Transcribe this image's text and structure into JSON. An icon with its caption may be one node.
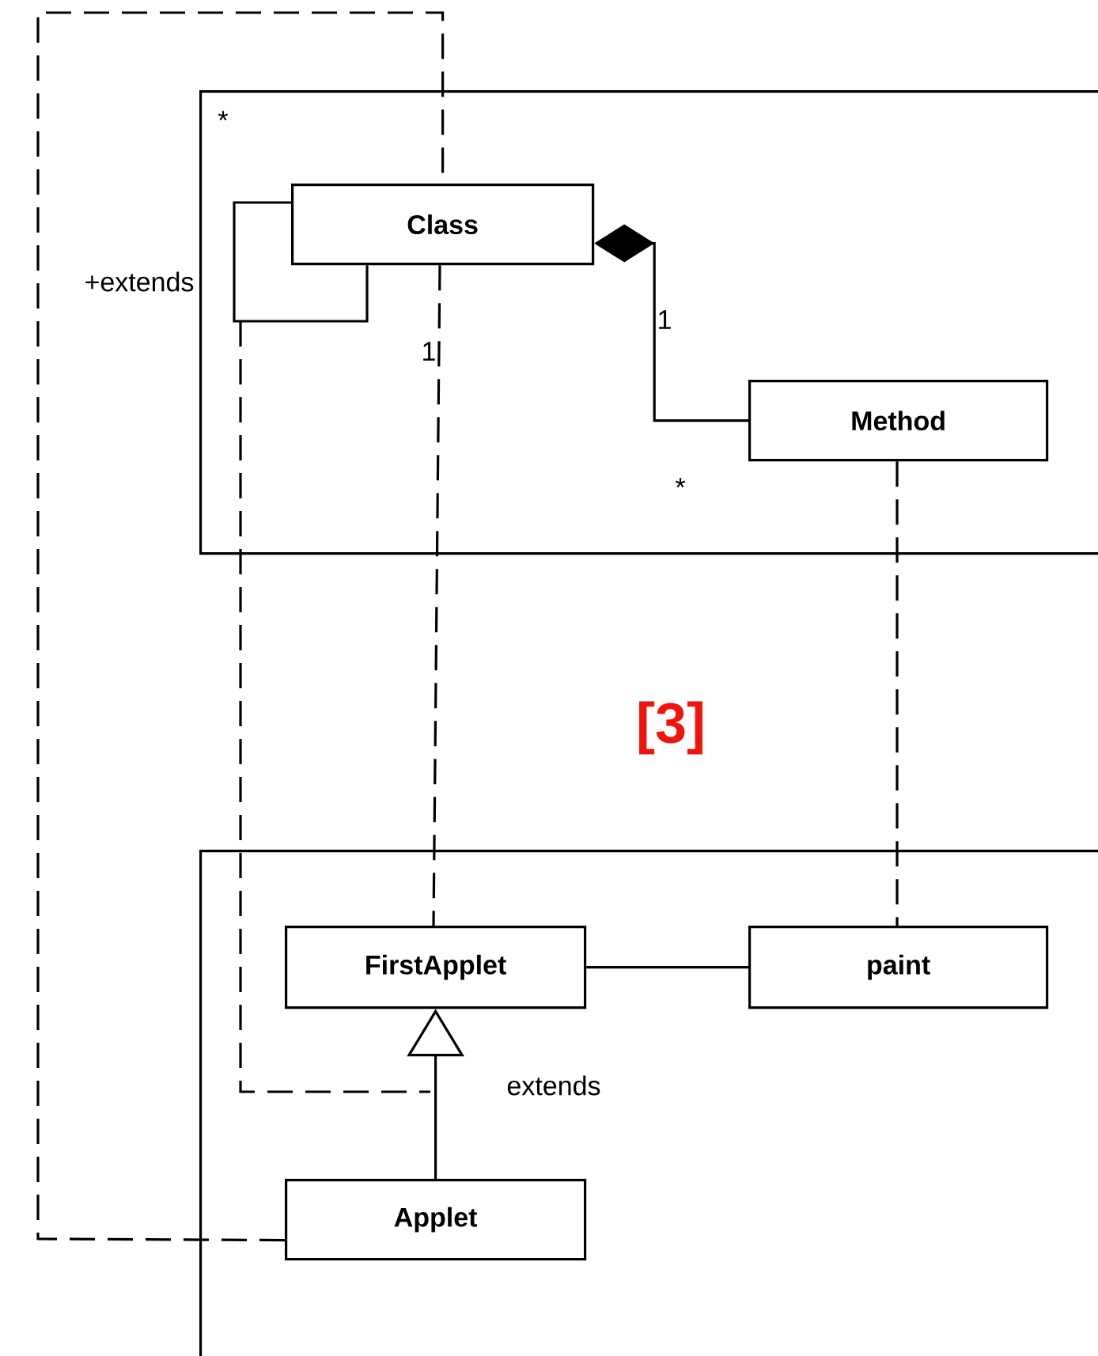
{
  "diagram": {
    "nodes": [
      {
        "text": [],
        "shape": "box"
      },
      {
        "text": [
          "Class"
        ],
        "in": 0
      },
      {
        "text": [
          "Method"
        ],
        "in": 0
      },
      {
        "text": [],
        "shape": "box"
      },
      {
        "text": [
          "FirstApplet"
        ],
        "in": 3
      },
      {
        "text": [
          "paint"
        ],
        "in": 3
      },
      {
        "text": [
          "Applet"
        ],
        "in": 3
      }
    ],
    "edges": [
      {
        "from": 1,
        "to": 1,
        "arrow": "none",
        "label": "+extends"
      },
      {
        "from": 1,
        "to": 2,
        "arrow": "other"
      },
      {
        "from": 6,
        "to": 1,
        "arrow": "none",
        "style": "dashed"
      },
      {
        "from": 1,
        "to": 4,
        "arrow": "none",
        "style": "dashed"
      },
      {
        "from": 2,
        "to": 5,
        "arrow": "none",
        "style": "dashed"
      },
      {
        "from": 4,
        "to": 5,
        "arrow": "none"
      },
      {
        "from": 6,
        "to": 4,
        "arrow": "to",
        "label": "extends"
      }
    ],
    "labels": [
      "*",
      "1",
      "1",
      "*",
      "[3]"
    ]
  }
}
